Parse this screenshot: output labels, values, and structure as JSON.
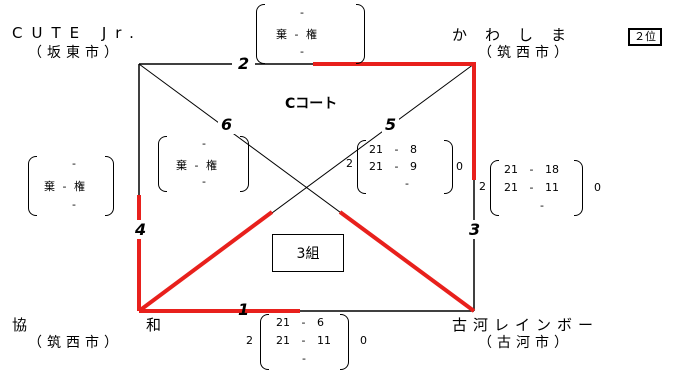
{
  "teams": {
    "top_left": {
      "name": "CUTE Jr.",
      "city": "（坂東市）"
    },
    "top_right": {
      "name": "かわしま",
      "city": "（筑西市）",
      "rank": "２位"
    },
    "bottom_left": {
      "name": "協",
      "name2": "和",
      "city": "（筑西市）"
    },
    "bottom_right": {
      "name": "古河レインボー",
      "city": "（古河市）"
    }
  },
  "court_label": "Cコート",
  "group_label": "3組",
  "match_numbers": {
    "m1": "1",
    "m2": "2",
    "m3": "3",
    "m4": "4",
    "m5": "5",
    "m6": "6"
  },
  "scores": {
    "m2": {
      "sets": [
        "-",
        "棄 - 権",
        "-"
      ]
    },
    "m4": {
      "sets": [
        "-",
        "棄 - 権",
        "-"
      ]
    },
    "m6": {
      "sets": [
        "-",
        "棄 - 権",
        "-"
      ]
    },
    "m5": {
      "left": "2",
      "right": "0",
      "sets": [
        "21 - 8",
        "21 - 9",
        "-"
      ]
    },
    "m3": {
      "left": "2",
      "right": "0",
      "sets": [
        "21 - 18",
        "21 - 11",
        "-"
      ]
    },
    "m1": {
      "left": "2",
      "right": "0",
      "sets": [
        "21 - 6",
        "21 - 11",
        "-"
      ]
    }
  },
  "colors": {
    "win_line": "#e8201c",
    "line": "#000000"
  }
}
